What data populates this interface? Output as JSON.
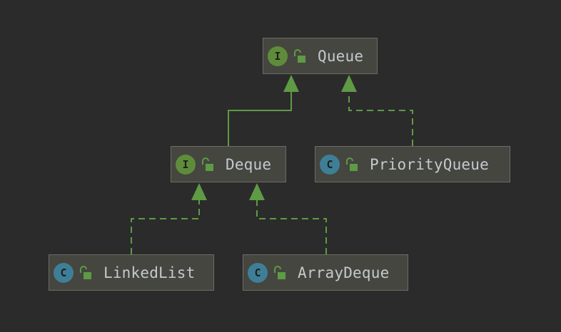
{
  "diagram": {
    "colors": {
      "background": "#2b2b2b",
      "node_fill": "#45463f",
      "node_border": "#6b6c66",
      "edge": "#5f9a45",
      "interface_badge": "#5f8c3a",
      "class_badge": "#3e7f97",
      "label_text": "#c4c9cf"
    },
    "nodes": {
      "queue": {
        "kind": "I",
        "kind_type": "interface",
        "icon": "unlocked-lock-icon",
        "label": "Queue"
      },
      "deque": {
        "kind": "I",
        "kind_type": "interface",
        "icon": "unlocked-lock-icon",
        "label": "Deque"
      },
      "priority_queue": {
        "kind": "C",
        "kind_type": "class",
        "icon": "unlocked-lock-icon",
        "label": "PriorityQueue"
      },
      "linked_list": {
        "kind": "C",
        "kind_type": "class",
        "icon": "unlocked-lock-icon",
        "label": "LinkedList"
      },
      "array_deque": {
        "kind": "C",
        "kind_type": "class",
        "icon": "unlocked-lock-icon",
        "label": "ArrayDeque"
      }
    },
    "edges": [
      {
        "from": "Deque",
        "to": "Queue",
        "relation": "extends",
        "style": "solid"
      },
      {
        "from": "PriorityQueue",
        "to": "Queue",
        "relation": "implements",
        "style": "dashed"
      },
      {
        "from": "LinkedList",
        "to": "Deque",
        "relation": "implements",
        "style": "dashed"
      },
      {
        "from": "ArrayDeque",
        "to": "Deque",
        "relation": "implements",
        "style": "dashed"
      }
    ]
  }
}
